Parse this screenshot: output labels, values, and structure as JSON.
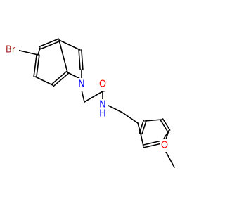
{
  "colors": {
    "background": "#ffffff",
    "bond": "#000000",
    "Br": "#a52a2a",
    "N": "#0000ff",
    "O": "#ff0000"
  },
  "labels": {
    "br": "Br",
    "n_ring": "N",
    "o_carbonyl": "O",
    "nh_n": "N",
    "nh_h": "H",
    "o_methoxy": "O"
  }
}
